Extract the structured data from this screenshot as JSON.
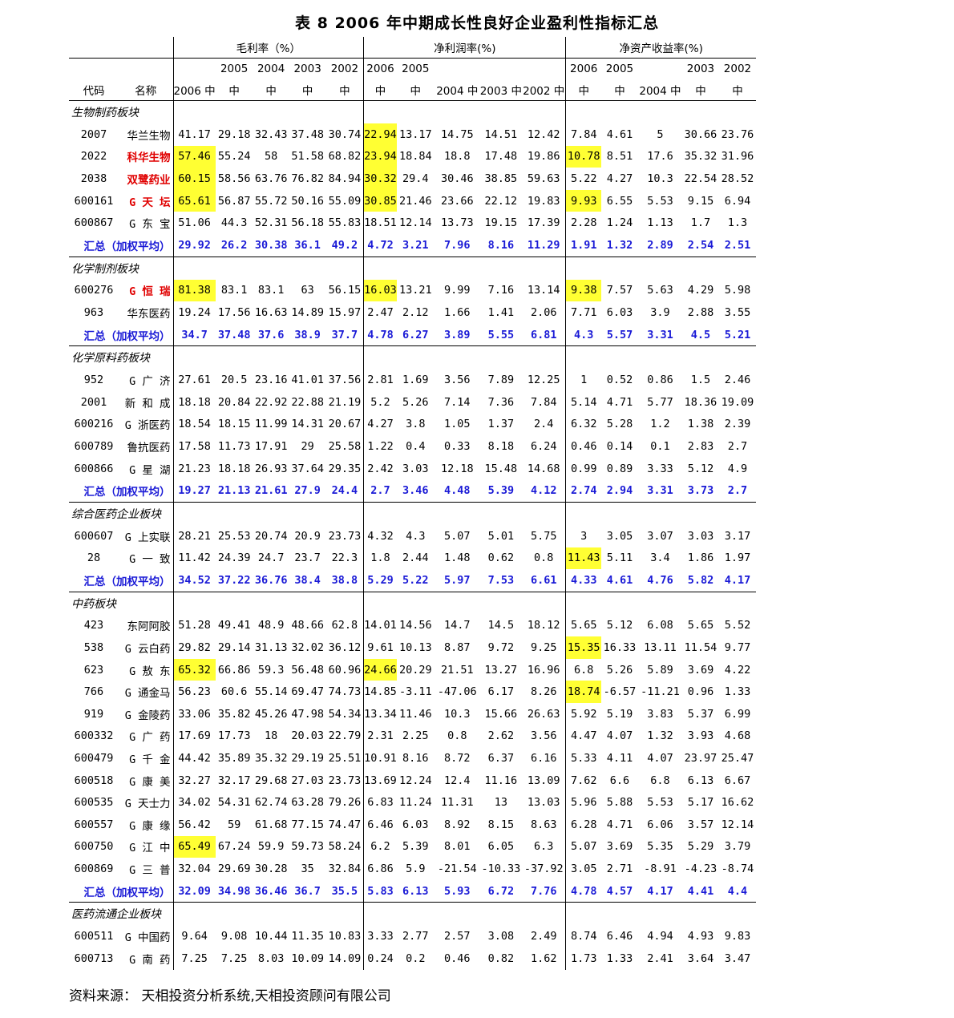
{
  "title": "表 8   2006 年中期成长性良好企业盈利性指标汇总",
  "headers": {
    "groups": [
      "毛利率（%）",
      "净利润率(%)",
      "净资产收益率(%)"
    ],
    "year_row": [
      "",
      "",
      "",
      "2005",
      "2004",
      "2003",
      "2002",
      "2006",
      "2005",
      "",
      "",
      "",
      "2006",
      "2005",
      "",
      "2003",
      "2002"
    ],
    "label_row": [
      "代码",
      "名称",
      "2006 中",
      "中",
      "中",
      "中",
      "中",
      "中",
      "中",
      "2004 中",
      "2003 中",
      "2002 中",
      "中",
      "中",
      "2004 中",
      "中",
      "中"
    ]
  },
  "sections": [
    {
      "title": "生物制药板块",
      "rows": [
        {
          "code": "2007",
          "name": "华兰生物",
          "values": [
            "41.17",
            "29.18",
            "32.43",
            "37.48",
            "30.74",
            "22.94",
            "13.17",
            "14.75",
            "14.51",
            "12.42",
            "7.84",
            "4.61",
            "5",
            "30.66",
            "23.76"
          ],
          "hl": [
            5
          ]
        },
        {
          "code": "2022",
          "name": "科华生物",
          "red": true,
          "values": [
            "57.46",
            "55.24",
            "58",
            "51.58",
            "68.82",
            "23.94",
            "18.84",
            "18.8",
            "17.48",
            "19.86",
            "10.78",
            "8.51",
            "17.6",
            "35.32",
            "31.96"
          ],
          "hl": [
            0,
            5,
            10
          ]
        },
        {
          "code": "2038",
          "name": "双鹭药业",
          "red": true,
          "values": [
            "60.15",
            "58.56",
            "63.76",
            "76.82",
            "84.94",
            "30.32",
            "29.4",
            "30.46",
            "38.85",
            "59.63",
            "5.22",
            "4.27",
            "10.3",
            "22.54",
            "28.52"
          ],
          "hl": [
            0,
            5
          ]
        },
        {
          "code": "600161",
          "name": "G 天  坛",
          "red": true,
          "values": [
            "65.61",
            "56.87",
            "55.72",
            "50.16",
            "55.09",
            "30.85",
            "21.46",
            "23.66",
            "22.12",
            "19.83",
            "9.93",
            "6.55",
            "5.53",
            "9.15",
            "6.94"
          ],
          "hl": [
            0,
            5,
            10
          ]
        },
        {
          "code": "600867",
          "name": "G 东  宝",
          "values": [
            "51.06",
            "44.3",
            "52.31",
            "56.18",
            "55.83",
            "18.51",
            "12.14",
            "13.73",
            "19.15",
            "17.39",
            "2.28",
            "1.24",
            "1.13",
            "1.7",
            "1.3"
          ],
          "hl": []
        }
      ],
      "total": {
        "name": "汇总（加权平均）",
        "values": [
          "29.92",
          "26.2",
          "30.38",
          "36.1",
          "49.2",
          "4.72",
          "3.21",
          "7.96",
          "8.16",
          "11.29",
          "1.91",
          "1.32",
          "2.89",
          "2.54",
          "2.51"
        ]
      }
    },
    {
      "title": "化学制剂板块",
      "rows": [
        {
          "code": "600276",
          "name": "G 恒  瑞",
          "red": true,
          "values": [
            "81.38",
            "83.1",
            "83.1",
            "63",
            "56.15",
            "16.03",
            "13.21",
            "9.99",
            "7.16",
            "13.14",
            "9.38",
            "7.57",
            "5.63",
            "4.29",
            "5.98"
          ],
          "hl": [
            0,
            5,
            10
          ]
        },
        {
          "code": "963",
          "name": "华东医药",
          "values": [
            "19.24",
            "17.56",
            "16.63",
            "14.89",
            "15.97",
            "2.47",
            "2.12",
            "1.66",
            "1.41",
            "2.06",
            "7.71",
            "6.03",
            "3.9",
            "2.88",
            "3.55"
          ],
          "hl": []
        }
      ],
      "total": {
        "name": "汇总（加权平均）",
        "values": [
          "34.7",
          "37.48",
          "37.6",
          "38.9",
          "37.7",
          "4.78",
          "6.27",
          "3.89",
          "5.55",
          "6.81",
          "4.3",
          "5.57",
          "3.31",
          "4.5",
          "5.21"
        ]
      }
    },
    {
      "title": "化学原料药板块",
      "rows": [
        {
          "code": "952",
          "name": "G 广  济",
          "values": [
            "27.61",
            "20.5",
            "23.16",
            "41.01",
            "37.56",
            "2.81",
            "1.69",
            "3.56",
            "7.89",
            "12.25",
            "1",
            "0.52",
            "0.86",
            "1.5",
            "2.46"
          ],
          "hl": []
        },
        {
          "code": "2001",
          "name": "新 和 成",
          "values": [
            "18.18",
            "20.84",
            "22.92",
            "22.88",
            "21.19",
            "5.2",
            "5.26",
            "7.14",
            "7.36",
            "7.84",
            "5.14",
            "4.71",
            "5.77",
            "18.36",
            "19.09"
          ],
          "hl": []
        },
        {
          "code": "600216",
          "name": "G 浙医药",
          "values": [
            "18.54",
            "18.15",
            "11.99",
            "14.31",
            "20.67",
            "4.27",
            "3.8",
            "1.05",
            "1.37",
            "2.4",
            "6.32",
            "5.28",
            "1.2",
            "1.38",
            "2.39"
          ],
          "hl": []
        },
        {
          "code": "600789",
          "name": "鲁抗医药",
          "values": [
            "17.58",
            "11.73",
            "17.91",
            "29",
            "25.58",
            "1.22",
            "0.4",
            "0.33",
            "8.18",
            "6.24",
            "0.46",
            "0.14",
            "0.1",
            "2.83",
            "2.7"
          ],
          "hl": []
        },
        {
          "code": "600866",
          "name": "G 星  湖",
          "values": [
            "21.23",
            "18.18",
            "26.93",
            "37.64",
            "29.35",
            "2.42",
            "3.03",
            "12.18",
            "15.48",
            "14.68",
            "0.99",
            "0.89",
            "3.33",
            "5.12",
            "4.9"
          ],
          "hl": []
        }
      ],
      "total": {
        "name": "汇总（加权平均）",
        "values": [
          "19.27",
          "21.13",
          "21.61",
          "27.9",
          "24.4",
          "2.7",
          "3.46",
          "4.48",
          "5.39",
          "4.12",
          "2.74",
          "2.94",
          "3.31",
          "3.73",
          "2.7"
        ]
      }
    },
    {
      "title": "综合医药企业板块",
      "rows": [
        {
          "code": "600607",
          "name": "G 上实联",
          "values": [
            "28.21",
            "25.53",
            "20.74",
            "20.9",
            "23.73",
            "4.32",
            "4.3",
            "5.07",
            "5.01",
            "5.75",
            "3",
            "3.05",
            "3.07",
            "3.03",
            "3.17"
          ],
          "hl": []
        },
        {
          "code": "28",
          "name": "G 一  致",
          "values": [
            "11.42",
            "24.39",
            "24.7",
            "23.7",
            "22.3",
            "1.8",
            "2.44",
            "1.48",
            "0.62",
            "0.8",
            "11.43",
            "5.11",
            "3.4",
            "1.86",
            "1.97"
          ],
          "hl": [
            10
          ]
        }
      ],
      "total": {
        "name": "汇总（加权平均）",
        "values": [
          "34.52",
          "37.22",
          "36.76",
          "38.4",
          "38.8",
          "5.29",
          "5.22",
          "5.97",
          "7.53",
          "6.61",
          "4.33",
          "4.61",
          "4.76",
          "5.82",
          "4.17"
        ]
      }
    },
    {
      "title": "中药板块",
      "rows": [
        {
          "code": "423",
          "name": "东阿阿胶",
          "values": [
            "51.28",
            "49.41",
            "48.9",
            "48.66",
            "62.8",
            "14.01",
            "14.56",
            "14.7",
            "14.5",
            "18.12",
            "5.65",
            "5.12",
            "6.08",
            "5.65",
            "5.52"
          ],
          "hl": []
        },
        {
          "code": "538",
          "name": "G 云白药",
          "values": [
            "29.82",
            "29.14",
            "31.13",
            "32.02",
            "36.12",
            "9.61",
            "10.13",
            "8.87",
            "9.72",
            "9.25",
            "15.35",
            "16.33",
            "13.11",
            "11.54",
            "9.77"
          ],
          "hl": [
            10
          ]
        },
        {
          "code": "623",
          "name": "G 敖  东",
          "values": [
            "65.32",
            "66.86",
            "59.3",
            "56.48",
            "60.96",
            "24.66",
            "20.29",
            "21.51",
            "13.27",
            "16.96",
            "6.8",
            "5.26",
            "5.89",
            "3.69",
            "4.22"
          ],
          "hl": [
            0,
            5
          ]
        },
        {
          "code": "766",
          "name": "G 通金马",
          "values": [
            "56.23",
            "60.6",
            "55.14",
            "69.47",
            "74.73",
            "14.85",
            "-3.11",
            "-47.06",
            "6.17",
            "8.26",
            "18.74",
            "-6.57",
            "-11.21",
            "0.96",
            "1.33"
          ],
          "hl": [
            10
          ]
        },
        {
          "code": "919",
          "name": "G 金陵药",
          "values": [
            "33.06",
            "35.82",
            "45.26",
            "47.98",
            "54.34",
            "13.34",
            "11.46",
            "10.3",
            "15.66",
            "26.63",
            "5.92",
            "5.19",
            "3.83",
            "5.37",
            "6.99"
          ],
          "hl": []
        },
        {
          "code": "600332",
          "name": "G 广  药",
          "values": [
            "17.69",
            "17.73",
            "18",
            "20.03",
            "22.79",
            "2.31",
            "2.25",
            "0.8",
            "2.62",
            "3.56",
            "4.47",
            "4.07",
            "1.32",
            "3.93",
            "4.68"
          ],
          "hl": []
        },
        {
          "code": "600479",
          "name": "G 千  金",
          "values": [
            "44.42",
            "35.89",
            "35.32",
            "29.19",
            "25.51",
            "10.91",
            "8.16",
            "8.72",
            "6.37",
            "6.16",
            "5.33",
            "4.11",
            "4.07",
            "23.97",
            "25.47"
          ],
          "hl": []
        },
        {
          "code": "600518",
          "name": "G 康  美",
          "values": [
            "32.27",
            "32.17",
            "29.68",
            "27.03",
            "23.73",
            "13.69",
            "12.24",
            "12.4",
            "11.16",
            "13.09",
            "7.62",
            "6.6",
            "6.8",
            "6.13",
            "6.67"
          ],
          "hl": []
        },
        {
          "code": "600535",
          "name": "G 天士力",
          "values": [
            "34.02",
            "54.31",
            "62.74",
            "63.28",
            "79.26",
            "6.83",
            "11.24",
            "11.31",
            "13",
            "13.03",
            "5.96",
            "5.88",
            "5.53",
            "5.17",
            "16.62"
          ],
          "hl": []
        },
        {
          "code": "600557",
          "name": "G 康  缘",
          "values": [
            "56.42",
            "59",
            "61.68",
            "77.15",
            "74.47",
            "6.46",
            "6.03",
            "8.92",
            "8.15",
            "8.63",
            "6.28",
            "4.71",
            "6.06",
            "3.57",
            "12.14"
          ],
          "hl": []
        },
        {
          "code": "600750",
          "name": "G 江  中",
          "values": [
            "65.49",
            "67.24",
            "59.9",
            "59.73",
            "58.24",
            "6.2",
            "5.39",
            "8.01",
            "6.05",
            "6.3",
            "5.07",
            "3.69",
            "5.35",
            "5.29",
            "3.79"
          ],
          "hl": [
            0
          ]
        },
        {
          "code": "600869",
          "name": "G 三  普",
          "values": [
            "32.04",
            "29.69",
            "30.28",
            "35",
            "32.84",
            "6.86",
            "5.9",
            "-21.54",
            "-10.33",
            "-37.92",
            "3.05",
            "2.71",
            "-8.91",
            "-4.23",
            "-8.74"
          ],
          "hl": []
        }
      ],
      "total": {
        "name": "汇总（加权平均）",
        "values": [
          "32.09",
          "34.98",
          "36.46",
          "36.7",
          "35.5",
          "5.83",
          "6.13",
          "5.93",
          "6.72",
          "7.76",
          "4.78",
          "4.57",
          "4.17",
          "4.41",
          "4.4"
        ]
      }
    },
    {
      "title": "医药流通企业板块",
      "rows": [
        {
          "code": "600511",
          "name": "G 中国药",
          "values": [
            "9.64",
            "9.08",
            "10.44",
            "11.35",
            "10.83",
            "3.33",
            "2.77",
            "2.57",
            "3.08",
            "2.49",
            "8.74",
            "6.46",
            "4.94",
            "4.93",
            "9.83"
          ],
          "hl": []
        },
        {
          "code": "600713",
          "name": "G 南  药",
          "values": [
            "7.25",
            "7.25",
            "8.03",
            "10.09",
            "14.09",
            "0.24",
            "0.2",
            "0.46",
            "0.82",
            "1.62",
            "1.73",
            "1.33",
            "2.41",
            "3.64",
            "3.47"
          ],
          "hl": []
        }
      ],
      "total": null
    }
  ],
  "source": "资料来源：  天相投资分析系统,天相投资顾问有限公司"
}
